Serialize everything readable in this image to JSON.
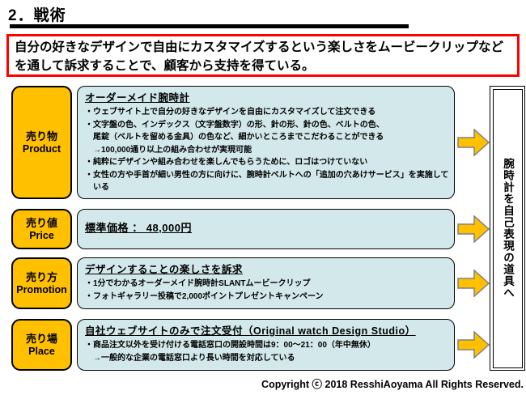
{
  "page": {
    "title": "2．戦術",
    "key_message": "自分の好きなデザインで自由にカスタマイズするという楽しさをムービークリップなど\nを通して訴求することで、顧客から支持を得ている。",
    "footer": "Copyright ⓒ 2018 ResshiAoyama All Rights Reserved."
  },
  "colors": {
    "label_fill": "#FFC000",
    "content_fill": "#D2E8EA",
    "arrow_fill": "#FFC000",
    "arrow_stroke": "#808080",
    "key_message_border": "#FF0000",
    "text": "#000000"
  },
  "rows": [
    {
      "label_ja": "売り物",
      "label_en": "Product",
      "title": "オーダーメイド腕時計",
      "body": "・ウェブサイト上で自分の好きなデザインを自由にカスタマイズして注文できる\n・文字盤の色、インデックス（文字盤数字）の形、針の形、針の色、ベルトの色、\n　尾錠（ベルトを留める金具）の色など、細かいところまでこだわることができる\n　→100,000通り以上の組み合わせが実現可能\n・純粋にデザインや組み合わせを楽しんでもらうために、ロゴはつけていない\n・女性の方や手首が細い男性の方に向けに、腕時計ベルトへの「追加の穴あけサービス」を実施して\n　いる"
    },
    {
      "label_ja": "売り値",
      "label_en": "Price",
      "title": "標準価格 ： 48,000円",
      "body": ""
    },
    {
      "label_ja": "売り方",
      "label_en": "Promotion",
      "title": "デザインすることの楽しさを訴求",
      "body": "・1分でわかるオーダーメイド腕時計SLANTムービークリップ\n・フォトギャラリー投稿で2,000ポイントプレゼントキャンペーン"
    },
    {
      "label_ja": "売り場",
      "label_en": "Place",
      "title": "自社ウェブサイトのみで注文受付（Original watch Design Studio）",
      "body": "・商品注文以外を受け付ける電話窓口の開設時間は9：00～21：00（年中無休）\n　→一般的な企業の電話窓口より長い時間を対応している"
    }
  ],
  "goal": {
    "text": "腕時計を自己表現の道具へ"
  }
}
